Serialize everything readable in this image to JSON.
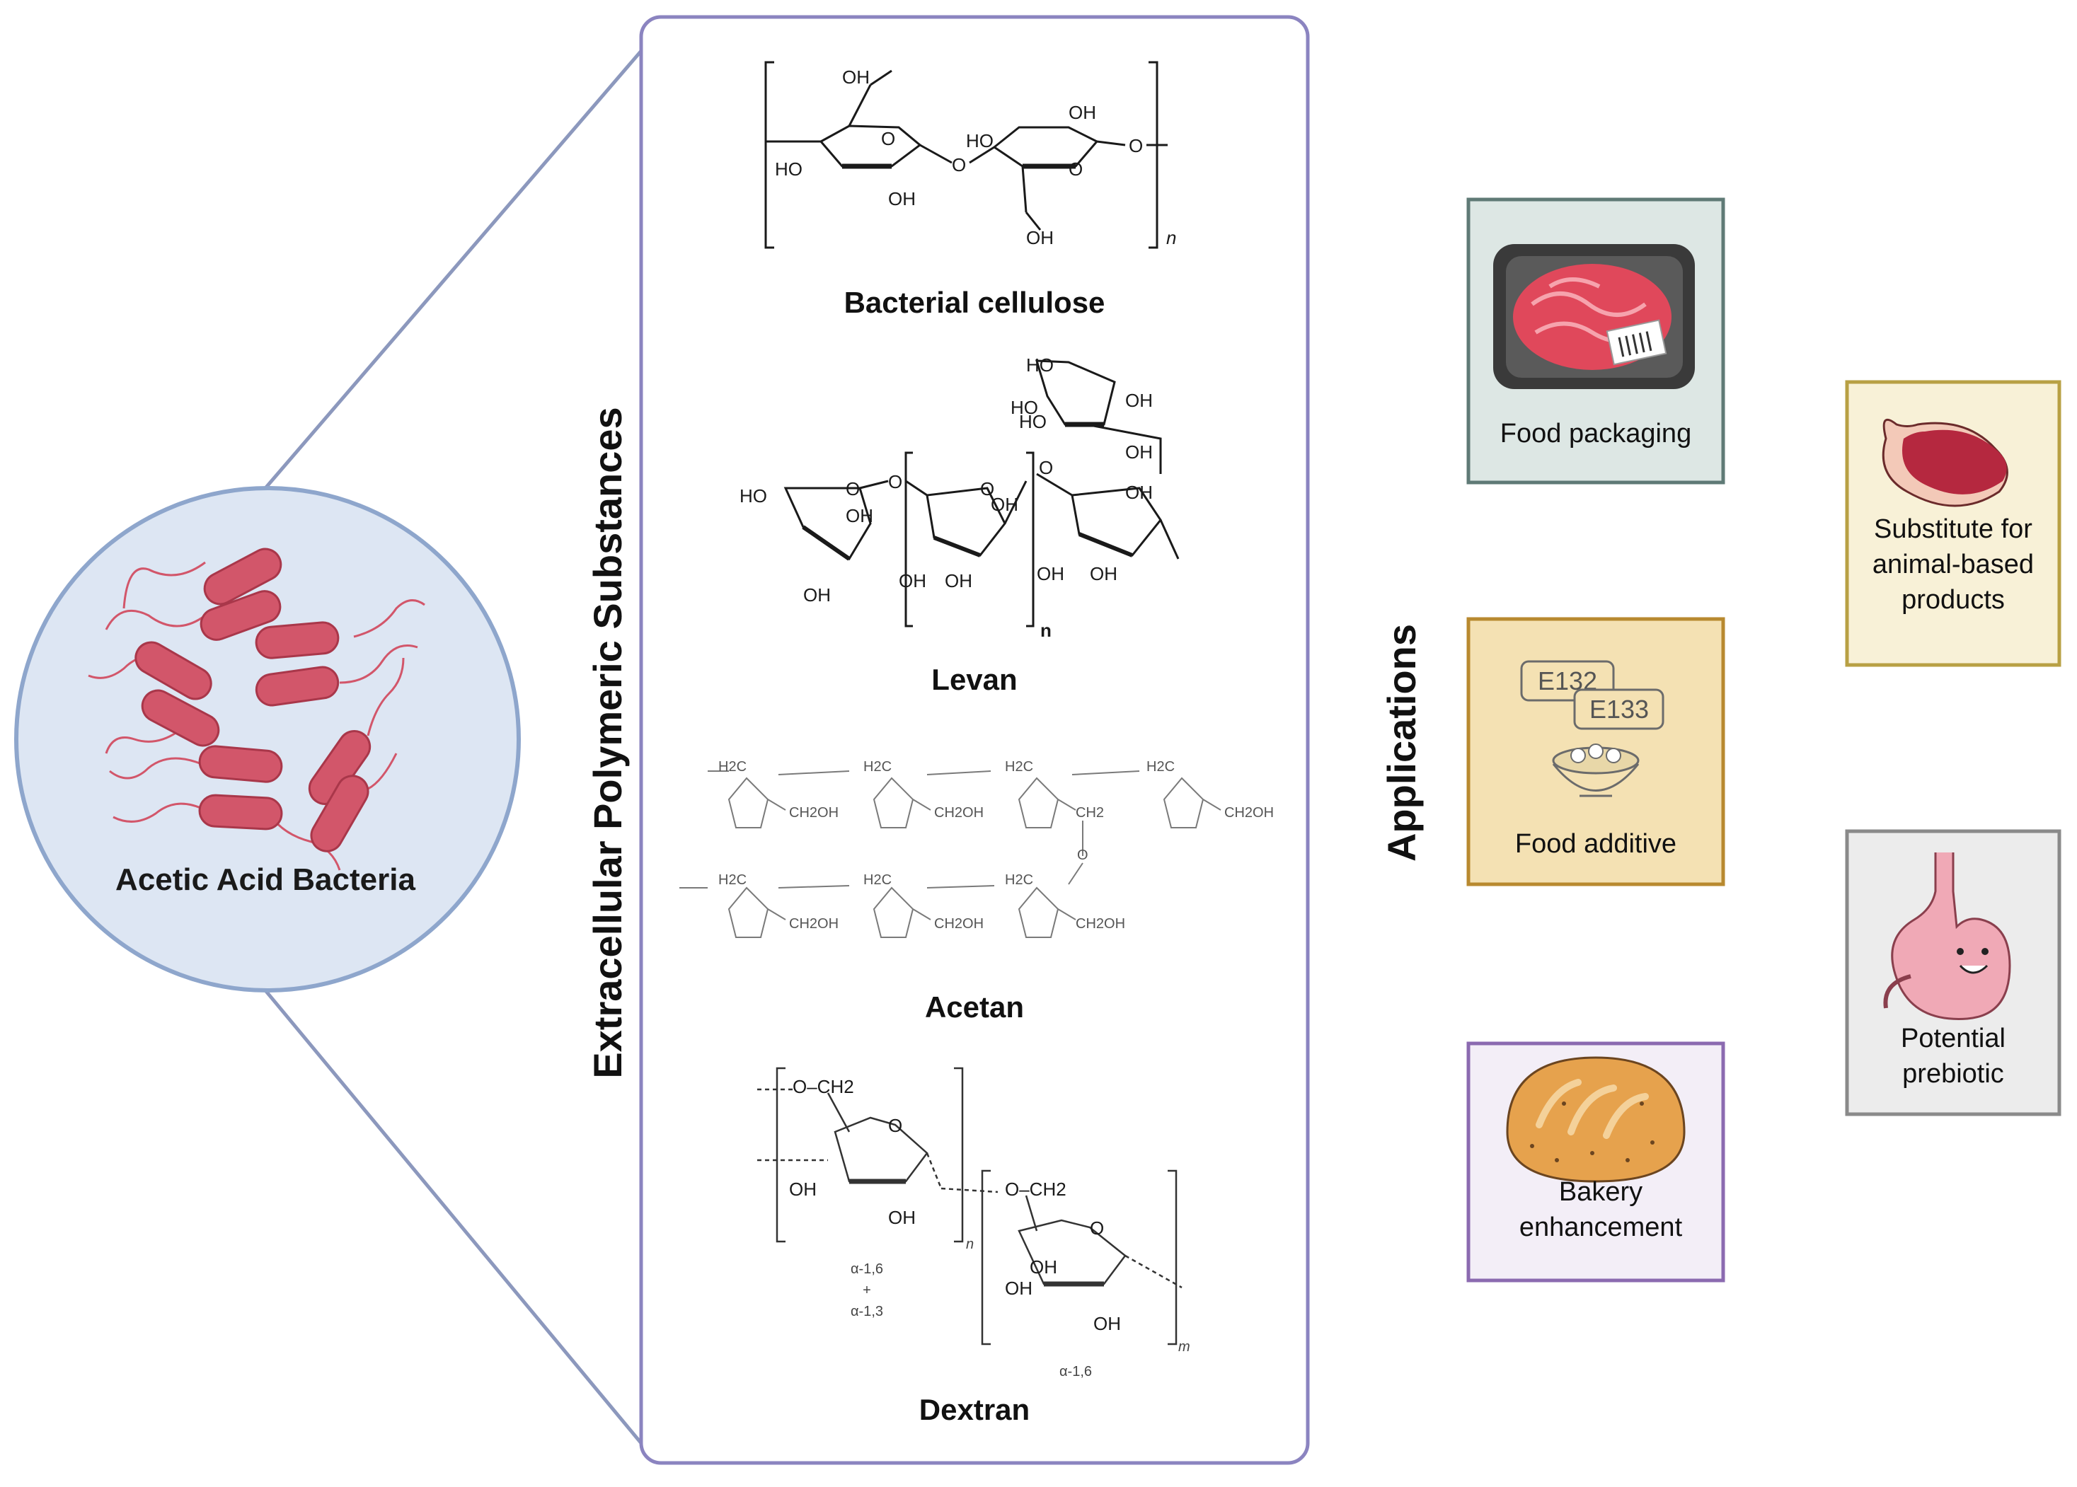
{
  "bacteria": {
    "label": "Acetic Acid Bacteria"
  },
  "eps": {
    "title": "Extracellular Polymeric Substances",
    "polymers": [
      {
        "name": "Bacterial cellulose",
        "atoms": [
          "OH",
          "HO",
          "OH",
          "OH",
          "HO",
          "OH",
          "O",
          "O",
          "O",
          "O",
          "n"
        ]
      },
      {
        "name": "Levan",
        "atoms": [
          "HO",
          "HO",
          "HO",
          "OH",
          "OH",
          "HO",
          "O",
          "OH",
          "OH",
          "O",
          "OH",
          "O",
          "OH",
          "OH",
          "OH",
          "O",
          "OH",
          "OH",
          "n"
        ]
      },
      {
        "name": "Acetan",
        "atoms": [
          "H2C",
          "CH2OH",
          "CH2",
          "O"
        ]
      },
      {
        "name": "Dextran",
        "atoms": [
          "O–CH2",
          "OH",
          "OH",
          "O",
          "OH",
          "OH",
          "α-1,6",
          "+",
          "α-1,3",
          "α-1,6",
          "n",
          "m"
        ]
      }
    ]
  },
  "applications": {
    "title": "Applications",
    "items": [
      {
        "label": "Food packaging",
        "icon": "meat-tray-icon",
        "border": "#5f7a76",
        "fill": "#dde7e4"
      },
      {
        "label": "Food additive",
        "icon": "food-additive-icon",
        "border": "#b8892f",
        "fill": "#f4e1b3"
      },
      {
        "label": "Bakery enhancement",
        "icon": "bread-icon",
        "border": "#8b6ab0",
        "fill": "#f3eef7"
      },
      {
        "label": "Substitute for animal-based products",
        "icon": "steak-icon",
        "border": "#b8a044",
        "fill": "#f8f1d7"
      },
      {
        "label": "Potential prebiotic",
        "icon": "stomach-icon",
        "border": "#8a8a8a",
        "fill": "#ececec"
      }
    ],
    "additive_codes": [
      "E132",
      "E133"
    ]
  },
  "colors": {
    "frame": "#8b84c0",
    "circle_fill": "#dde6f3",
    "circle_border": "#8ea6cc",
    "bacteria": "#d2566a"
  }
}
